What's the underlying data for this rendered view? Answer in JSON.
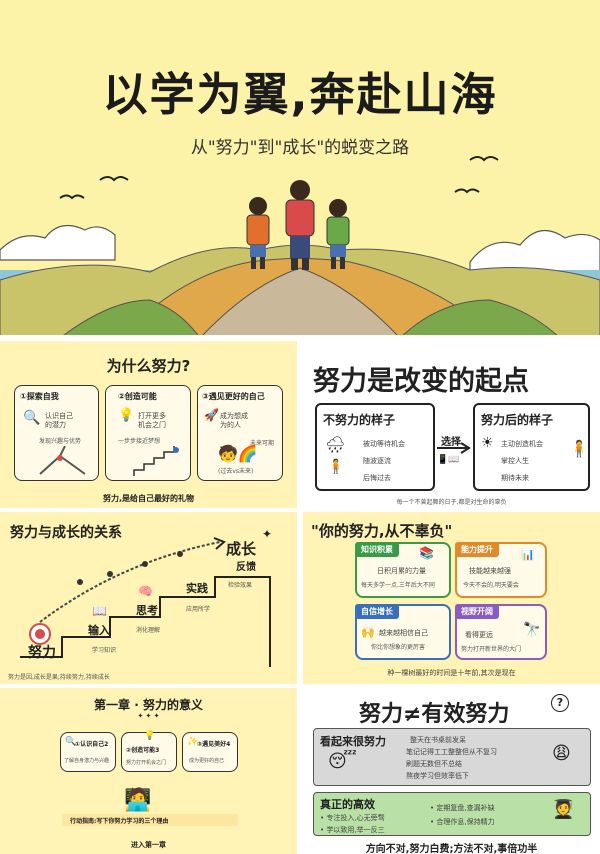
{
  "hero": {
    "title": "以学为翼,奔赴山海",
    "subtitle": "从\"努力\"到\"成长\"的蜕变之路"
  },
  "why": {
    "title": "为什么努力?",
    "cards": [
      {
        "title": "①探索自我",
        "line1": "认识自己",
        "line2": "的潜力",
        "line3": "发现兴趣与优势"
      },
      {
        "title": "②创造可能",
        "line1": "打开更多",
        "line2": "机会之门",
        "line3": "一步步接近梦想"
      },
      {
        "title": "③遇见更好的自己",
        "line1": "成为想成",
        "line2": "为的人",
        "line3": "未来可期",
        "line4": "(过去vs未来)"
      }
    ],
    "footer": "努力,是给自己最好的礼物"
  },
  "start": {
    "title": "努力是改变的起点",
    "left_title": "不努力的样子",
    "left_items": [
      "被动等待机会",
      "随波逐流",
      "后悔过去"
    ],
    "choose": "选择",
    "right_title": "努力后的样子",
    "right_items": [
      "主动创造机会",
      "掌控人生",
      "期待未来"
    ],
    "footer": "每一个不曾起舞的日子,都是对生命的辜负"
  },
  "relation": {
    "title": "努力与成长的关系",
    "steps": [
      "努力",
      "输入",
      "思考",
      "实践",
      "成长"
    ],
    "step_notes": [
      "学习知识",
      "消化理解",
      "应用所学",
      "检验效果"
    ],
    "feedback": "反馈",
    "footer": "努力是因,成长是果;持续努力,持续成长"
  },
  "never": {
    "title": "\"你的努力,从不辜负\"",
    "boxes": [
      {
        "title": "知识积累",
        "line1": "日积月累的力量",
        "line2": "每天多学一点,三年后大不同"
      },
      {
        "title": "能力提升",
        "line1": "技能越来越强",
        "line2": "今天不会的,明天要会"
      },
      {
        "title": "自信增长",
        "line1": "越来越相信自己",
        "line2": "你比你想象的更厉害"
      },
      {
        "title": "视野开阔",
        "line1": "看得更远",
        "line2": "努力打开新世界的大门"
      }
    ],
    "footer": "种一棵树最好的时间是十年前,其次是现在"
  },
  "chapter": {
    "title": "第一章 · 努力的意义",
    "deco": "✦ ✦ ✦",
    "items": [
      {
        "title": "①认识自己2",
        "text": "了解自身潜力与兴趣"
      },
      {
        "title": "②创造可能3",
        "text": "努力打开机会之门"
      },
      {
        "title": "③遇见美好4",
        "text": "成为更好的自己"
      }
    ],
    "guide": "行动指南:写下你努力学习的三个理由",
    "footer": "进入第一章"
  },
  "effective": {
    "title": "努力≠有效努力",
    "fake_title": "看起来很努力",
    "fake_items": [
      "整天在书桌前发呆",
      "笔记记得工工整整但从不复习",
      "刷题无数但不总结",
      "熬夜学习但效率低下"
    ],
    "real_title": "真正的高效",
    "real_left": [
      "• 专注投入,心无旁骛",
      "• 学以致用,举一反三"
    ],
    "real_right": [
      "• 定期复盘,查漏补缺",
      "• 合理作息,保持精力"
    ],
    "footer": "方向不对,努力白费;方法不对,事倍功半"
  },
  "colors": {
    "hero_bg": "#fdf3a8",
    "panel_bg": "#fff3b5",
    "green": "#3a9a45",
    "blue": "#3a6fc0",
    "orange": "#e08a2c",
    "purple": "#8a5bc2"
  }
}
